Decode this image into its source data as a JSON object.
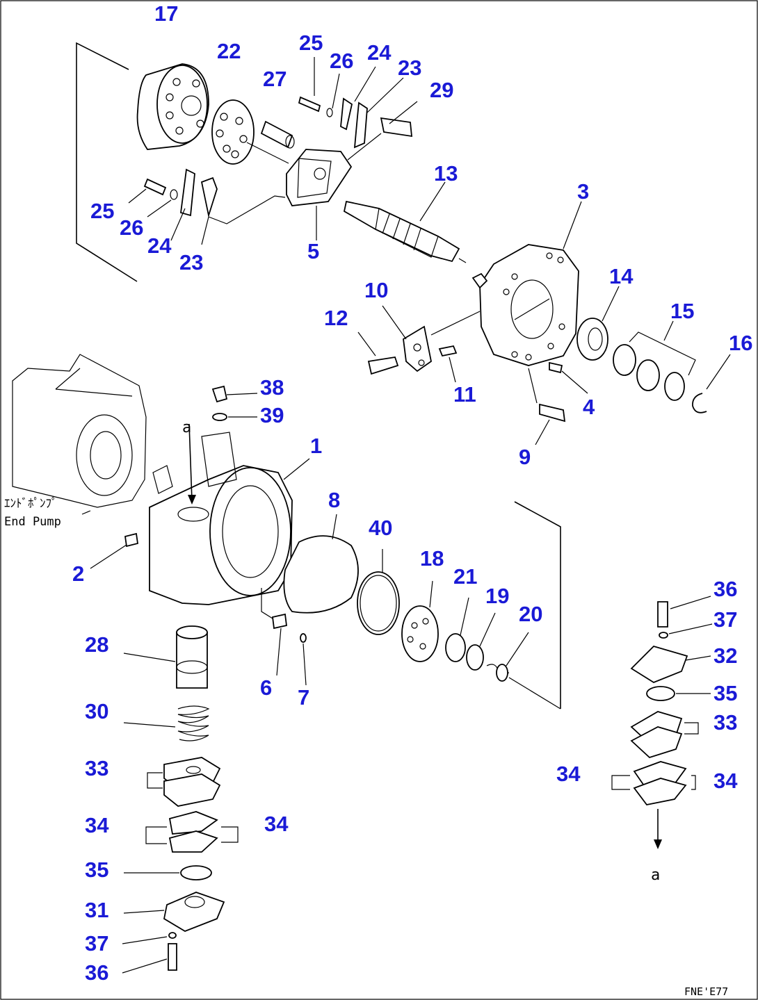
{
  "diagram": {
    "labels": [
      {
        "id": "l17a",
        "text": "17"
      },
      {
        "id": "l22",
        "text": "22"
      },
      {
        "id": "l27",
        "text": "27"
      },
      {
        "id": "l25a",
        "text": "25"
      },
      {
        "id": "l26a",
        "text": "26"
      },
      {
        "id": "l24a",
        "text": "24"
      },
      {
        "id": "l23a",
        "text": "23"
      },
      {
        "id": "l29",
        "text": "29"
      },
      {
        "id": "l13",
        "text": "13"
      },
      {
        "id": "l3",
        "text": "3"
      },
      {
        "id": "l25b",
        "text": "25"
      },
      {
        "id": "l26b",
        "text": "26"
      },
      {
        "id": "l24b",
        "text": "24"
      },
      {
        "id": "l23b",
        "text": "23"
      },
      {
        "id": "l5",
        "text": "5"
      },
      {
        "id": "l14",
        "text": "14"
      },
      {
        "id": "l10",
        "text": "10"
      },
      {
        "id": "l15",
        "text": "15"
      },
      {
        "id": "l12",
        "text": "12"
      },
      {
        "id": "l16",
        "text": "16"
      },
      {
        "id": "l11",
        "text": "11"
      },
      {
        "id": "l4",
        "text": "4"
      },
      {
        "id": "l38",
        "text": "38"
      },
      {
        "id": "l39",
        "text": "39"
      },
      {
        "id": "l9",
        "text": "9"
      },
      {
        "id": "l1",
        "text": "1"
      },
      {
        "id": "l8",
        "text": "8"
      },
      {
        "id": "l40",
        "text": "40"
      },
      {
        "id": "l2",
        "text": "2"
      },
      {
        "id": "l18",
        "text": "18"
      },
      {
        "id": "l21",
        "text": "21"
      },
      {
        "id": "l19",
        "text": "19"
      },
      {
        "id": "l20",
        "text": "20"
      },
      {
        "id": "l36a",
        "text": "36"
      },
      {
        "id": "l37a",
        "text": "37"
      },
      {
        "id": "l28",
        "text": "28"
      },
      {
        "id": "l6",
        "text": "6"
      },
      {
        "id": "l7",
        "text": "7"
      },
      {
        "id": "l32",
        "text": "32"
      },
      {
        "id": "l35a",
        "text": "35"
      },
      {
        "id": "l30",
        "text": "30"
      },
      {
        "id": "l33a",
        "text": "33"
      },
      {
        "id": "l33b",
        "text": "33"
      },
      {
        "id": "l34a",
        "text": "34"
      },
      {
        "id": "l34b",
        "text": "34"
      },
      {
        "id": "l34c",
        "text": "34"
      },
      {
        "id": "l34d",
        "text": "34"
      },
      {
        "id": "l35b",
        "text": "35"
      },
      {
        "id": "l31",
        "text": "31"
      },
      {
        "id": "l37b",
        "text": "37"
      },
      {
        "id": "l36b",
        "text": "36"
      }
    ],
    "end_pump_jp": "ｴﾝﾄﾞﾎﾟﾝﾌﾟ",
    "end_pump_en": "End Pump",
    "ref_top": "a",
    "ref_bottom": "a",
    "drawing_code": "FNE'E77"
  }
}
